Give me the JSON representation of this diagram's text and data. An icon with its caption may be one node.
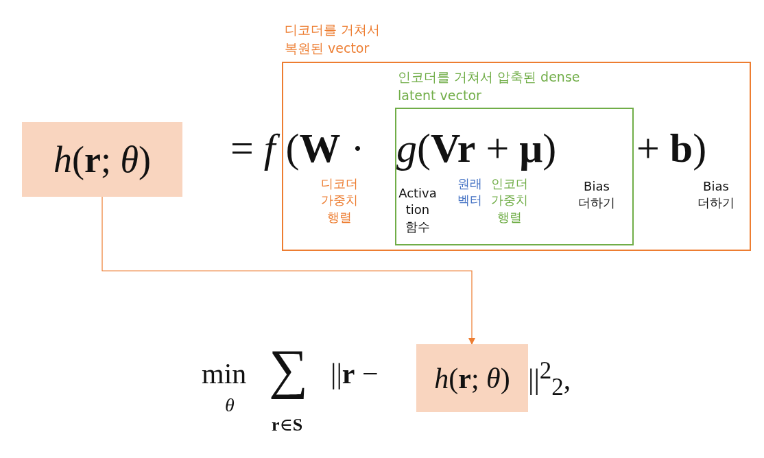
{
  "diagram": {
    "nodes": [
      {
        "text": [
          "*h*(**r**; *θ*)"
        ]
      },
      {
        "text": [
          "디코더를 거쳐서 복원된 vector"
        ]
      },
      {
        "text": [
          "인코더를 거쳐서 압축된 dense latent vector"
        ],
        "in": 1
      },
      {
        "text": [
          "*h*(**r**; *θ*)"
        ]
      }
    ],
    "edges": [
      {
        "from": 0,
        "to": 3,
        "arrow": "to",
        "color": "#ed7d31"
      }
    ],
    "labels": [
      "= *f* (**W** ·",
      "*g*(**Vr** + **μ**)",
      "+ **b**)",
      "디코더 가중치 행렬",
      "Activation 함수",
      "원래 벡터",
      "인코더 가중치 행렬",
      "Bias 더하기",
      "Bias 더하기",
      "min",
      "*θ*",
      "∑",
      "**r**∈**S**",
      "||**r** −",
      "||$^{2}$$_{2}$,"
    ]
  }
}
